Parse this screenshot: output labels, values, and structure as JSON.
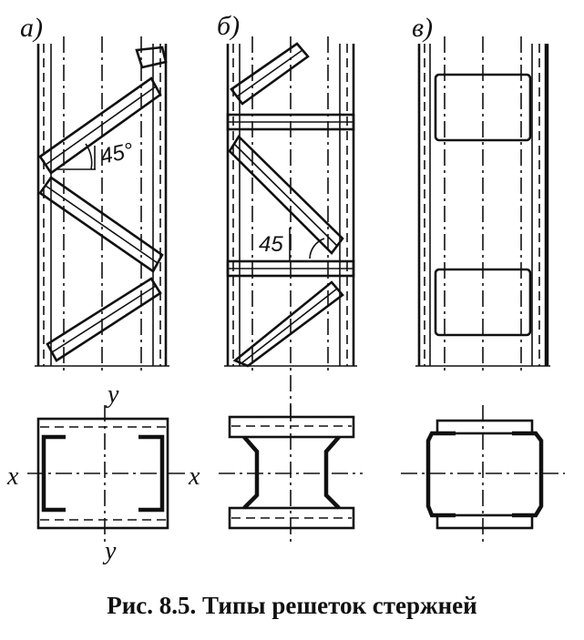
{
  "labels": {
    "a": "а)",
    "b": "б)",
    "v": "в)"
  },
  "angles": {
    "a": "45°",
    "b": "45"
  },
  "axes": {
    "x_left": "x",
    "x_right": "x",
    "y_top": "y",
    "y_bottom": "y"
  },
  "caption": "Рис. 8.5. Типы решеток стержней"
}
